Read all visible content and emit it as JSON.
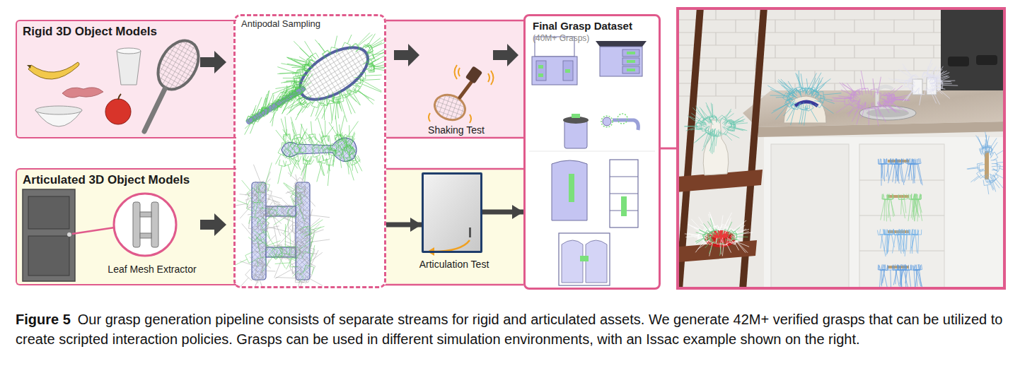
{
  "diagram": {
    "caption": "Our grasp generation pipeline consists of separate streams for rigid and articulated assets. We generate 42M+ verified grasps that can be utilized to create scripted interaction policies. Grasps can be used in different simulation environments, with an Issac example shown on the right.",
    "nodes": [
      {
        "text": [
          "Rigid 3D Object Models"
        ]
      },
      {
        "text": [
          "Articulated 3D Object Models"
        ]
      },
      {
        "text": [
          "Antipodal Sampling"
        ]
      },
      {
        "text": [
          "Articulation Test"
        ]
      },
      {
        "text": [
          "Final Grasp Dataset",
          "(40M+ Grasps)"
        ]
      }
    ],
    "edges": [
      {
        "from": 2,
        "to": 3,
        "arrow": "to"
      },
      {
        "from": 3,
        "to": 4,
        "arrow": "to"
      }
    ],
    "labels": [
      "Leaf Mesh Extractor",
      "Shaking Test",
      "Figure 5"
    ]
  }
}
